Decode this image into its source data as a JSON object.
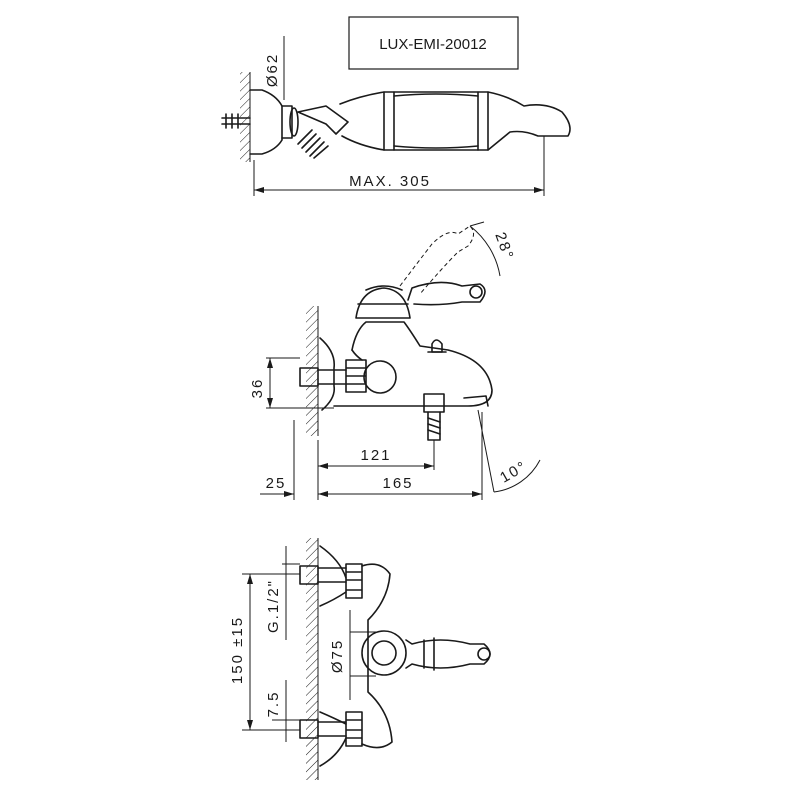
{
  "product_code": "LUX-EMI-20012",
  "top_view": {
    "diameter": "Ø62",
    "max_length": "MAX. 305"
  },
  "side_view": {
    "angle_handle": "28°",
    "height": "36",
    "spout_offset": "121",
    "wall_offset": "25",
    "total_depth": "165",
    "angle_spout": "10°"
  },
  "front_view": {
    "thread": "G.1/2\"",
    "center_distance": "150 ±15",
    "inlet_offset": "7.5",
    "body_diameter": "Ø75"
  }
}
